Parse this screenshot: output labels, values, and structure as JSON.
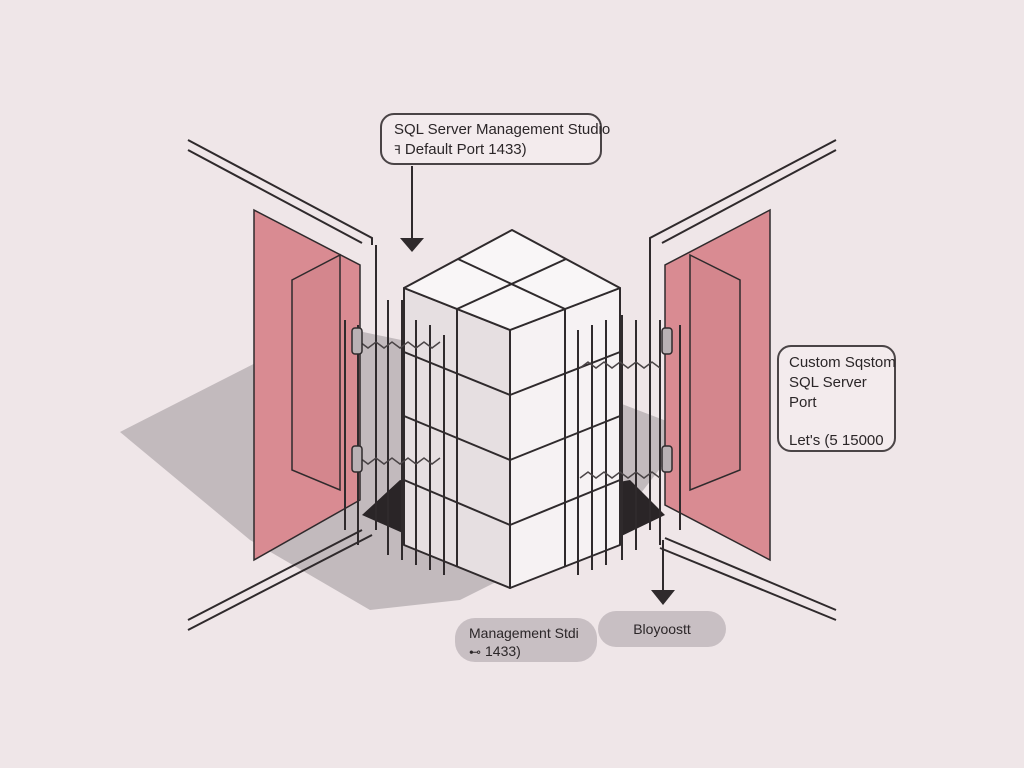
{
  "callouts": {
    "top": {
      "line1": "SQL Server Management Studio",
      "line2_icon": "plug-icon",
      "line2": "Default Port 1433)"
    },
    "right": {
      "line1": "Custom Sqstom",
      "line2": "SQL Server",
      "line3": "Port",
      "line4": "Let's (5 15000"
    }
  },
  "pills": {
    "left": {
      "line1": "Management Stdi",
      "line2_icon": "plug-icon",
      "line2": "1433)"
    },
    "right": {
      "label": "Bloyoostt"
    }
  },
  "colors": {
    "background": "#efe6e8",
    "panel_red": "#d98b92",
    "cube_face_light": "#f6f2f3",
    "cube_face_shade": "#e6dfe1",
    "outline": "#2f2a2c",
    "shadow": "#bdb5b8",
    "pill": "#c8bfc3"
  }
}
